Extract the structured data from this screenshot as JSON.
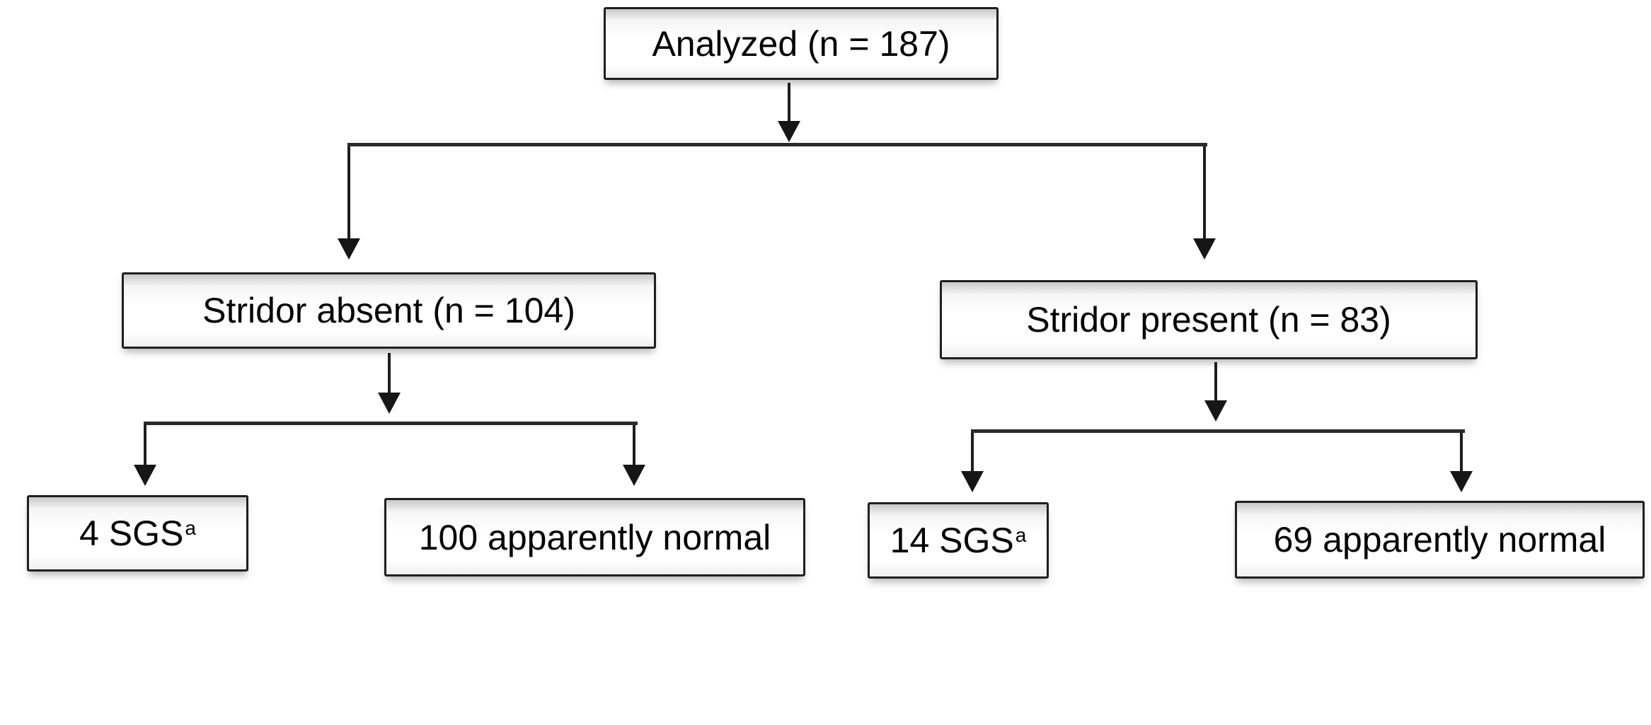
{
  "diagram": {
    "type": "flowchart",
    "nodes": {
      "analyzed": {
        "label": "Analyzed (n = 187)"
      },
      "stridor_absent": {
        "label": "Stridor absent (n = 104)"
      },
      "stridor_present": {
        "label": "Stridor present (n = 83)"
      },
      "sgs_absent": {
        "label": "4 SGS",
        "superscript": "a"
      },
      "normal_absent": {
        "label": "100 apparently normal"
      },
      "sgs_present": {
        "label": "14 SGS",
        "superscript": "a"
      },
      "normal_present": {
        "label": "69 apparently normal"
      }
    },
    "edges": [
      {
        "from": "analyzed",
        "to": "stridor_absent"
      },
      {
        "from": "analyzed",
        "to": "stridor_present"
      },
      {
        "from": "stridor_absent",
        "to": "sgs_absent"
      },
      {
        "from": "stridor_absent",
        "to": "normal_absent"
      },
      {
        "from": "stridor_present",
        "to": "sgs_present"
      },
      {
        "from": "stridor_present",
        "to": "normal_present"
      }
    ],
    "colors": {
      "background": "#ffffff",
      "box_fill": "#ffffff",
      "box_border": "#1f1f1f",
      "line": "#1e1e1e",
      "text": "#000000"
    }
  }
}
